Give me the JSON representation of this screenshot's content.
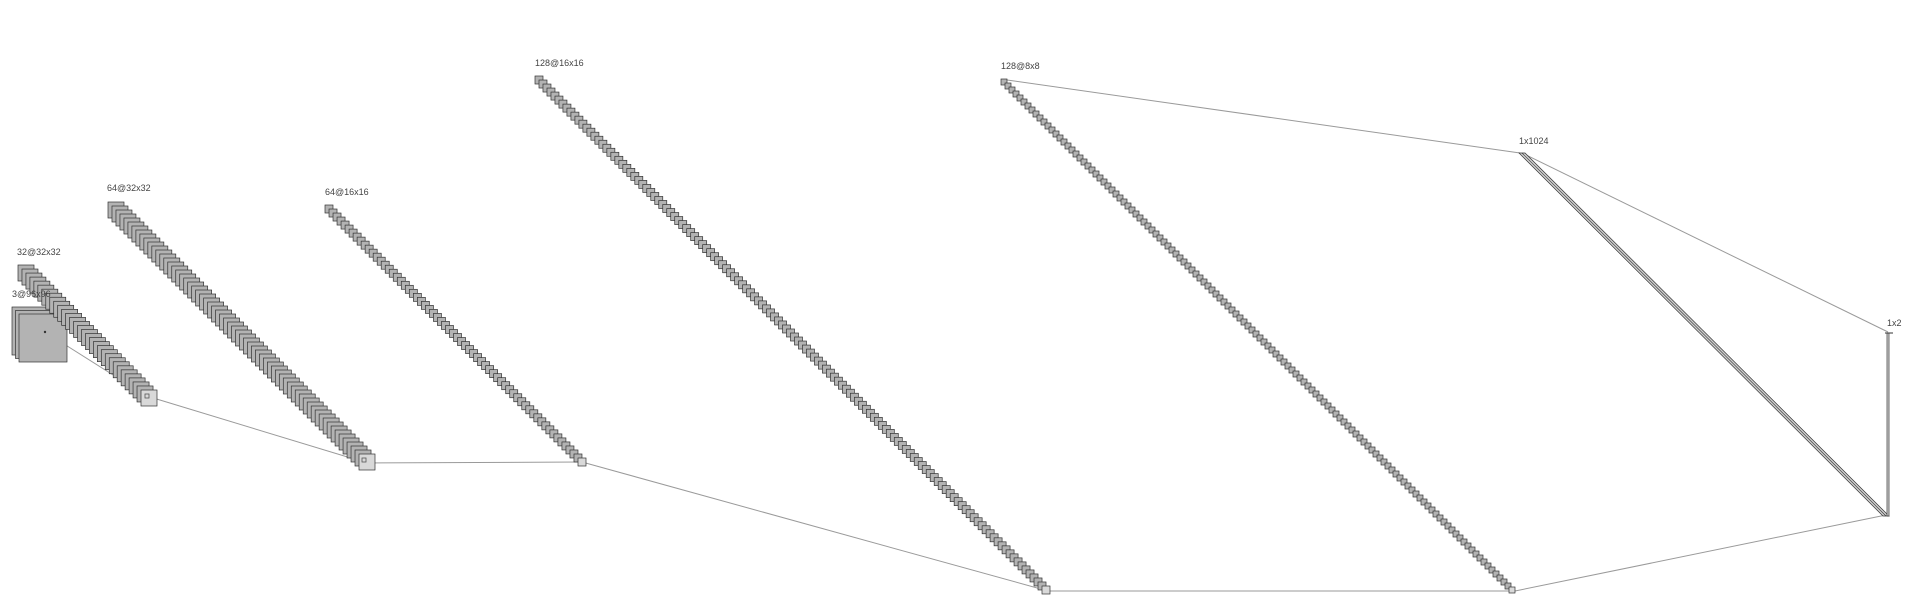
{
  "diagram": {
    "layers": [
      {
        "label": "3@96x96",
        "maps": 3
      },
      {
        "label": "32@32x32",
        "maps": 32
      },
      {
        "label": "64@32x32",
        "maps": 64
      },
      {
        "label": "64@16x16",
        "maps": 64
      },
      {
        "label": "128@16x16",
        "maps": 128
      },
      {
        "label": "128@8x8",
        "maps": 128
      },
      {
        "label": "1x1024"
      },
      {
        "label": "1x2"
      }
    ],
    "colors": {
      "map_fill": "#b3b3b3",
      "map_stroke": "#333333",
      "connection": "#9a9a9a",
      "label": "#444444"
    }
  }
}
